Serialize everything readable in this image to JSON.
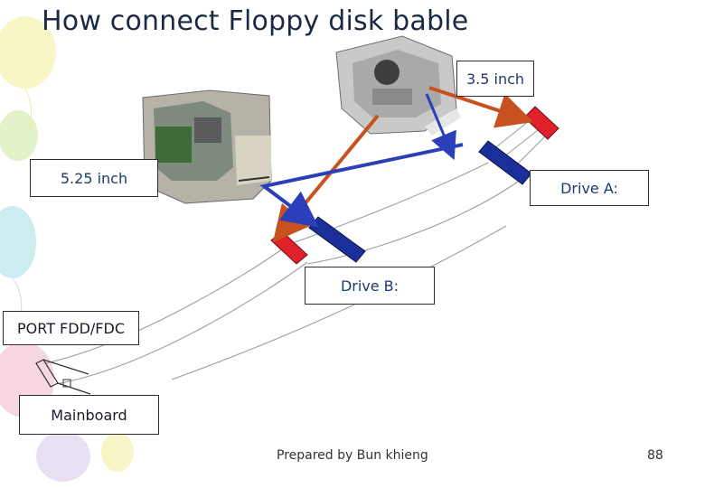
{
  "slide": {
    "title": "How connect Floppy disk bable",
    "labels": {
      "drive_35": "3.5 inch",
      "drive_525": "5.25 inch",
      "drive_a": "Drive A:",
      "drive_b": "Drive B:",
      "port": "PORT FDD/FDC",
      "mainboard": "Mainboard"
    },
    "footer": "Prepared by Bun khieng",
    "page_number": "88"
  },
  "colors": {
    "arrow_orange": "#c8521f",
    "arrow_blue": "#2b3fb8",
    "connector_red": "#e0202a",
    "connector_blue": "#1b2f9a",
    "balloon_yellow": "#f3ef9a",
    "balloon_teal": "#a6dde4",
    "balloon_pink": "#f2b8c8",
    "balloon_purple": "#d8c8ec"
  }
}
